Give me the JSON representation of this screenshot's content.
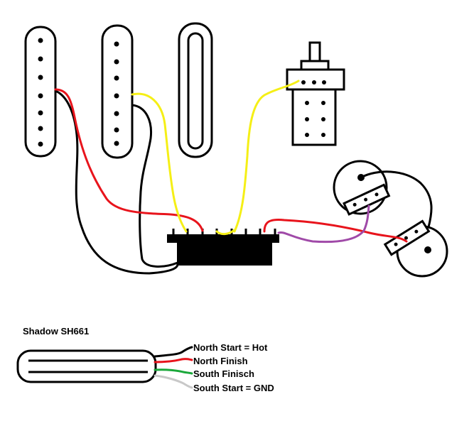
{
  "title": "Shadow SH661",
  "wire_labels": {
    "north_start": "North Start = Hot",
    "north_finish": "North Finish",
    "south_finish": "South Finisch",
    "south_start": "South Start = GND"
  },
  "colors": {
    "black": "#000000",
    "red": "#e8141c",
    "yellow": "#f5ef16",
    "purple": "#a04aa8",
    "green": "#1aa83a",
    "gray": "#c8c8c8",
    "white": "#ffffff"
  },
  "components": [
    "single-coil-pickup-neck",
    "single-coil-pickup-middle",
    "rail-pickup-bridge",
    "push-pull-potentiometer",
    "selector-switch",
    "volume-potentiometer",
    "tone-potentiometer"
  ]
}
